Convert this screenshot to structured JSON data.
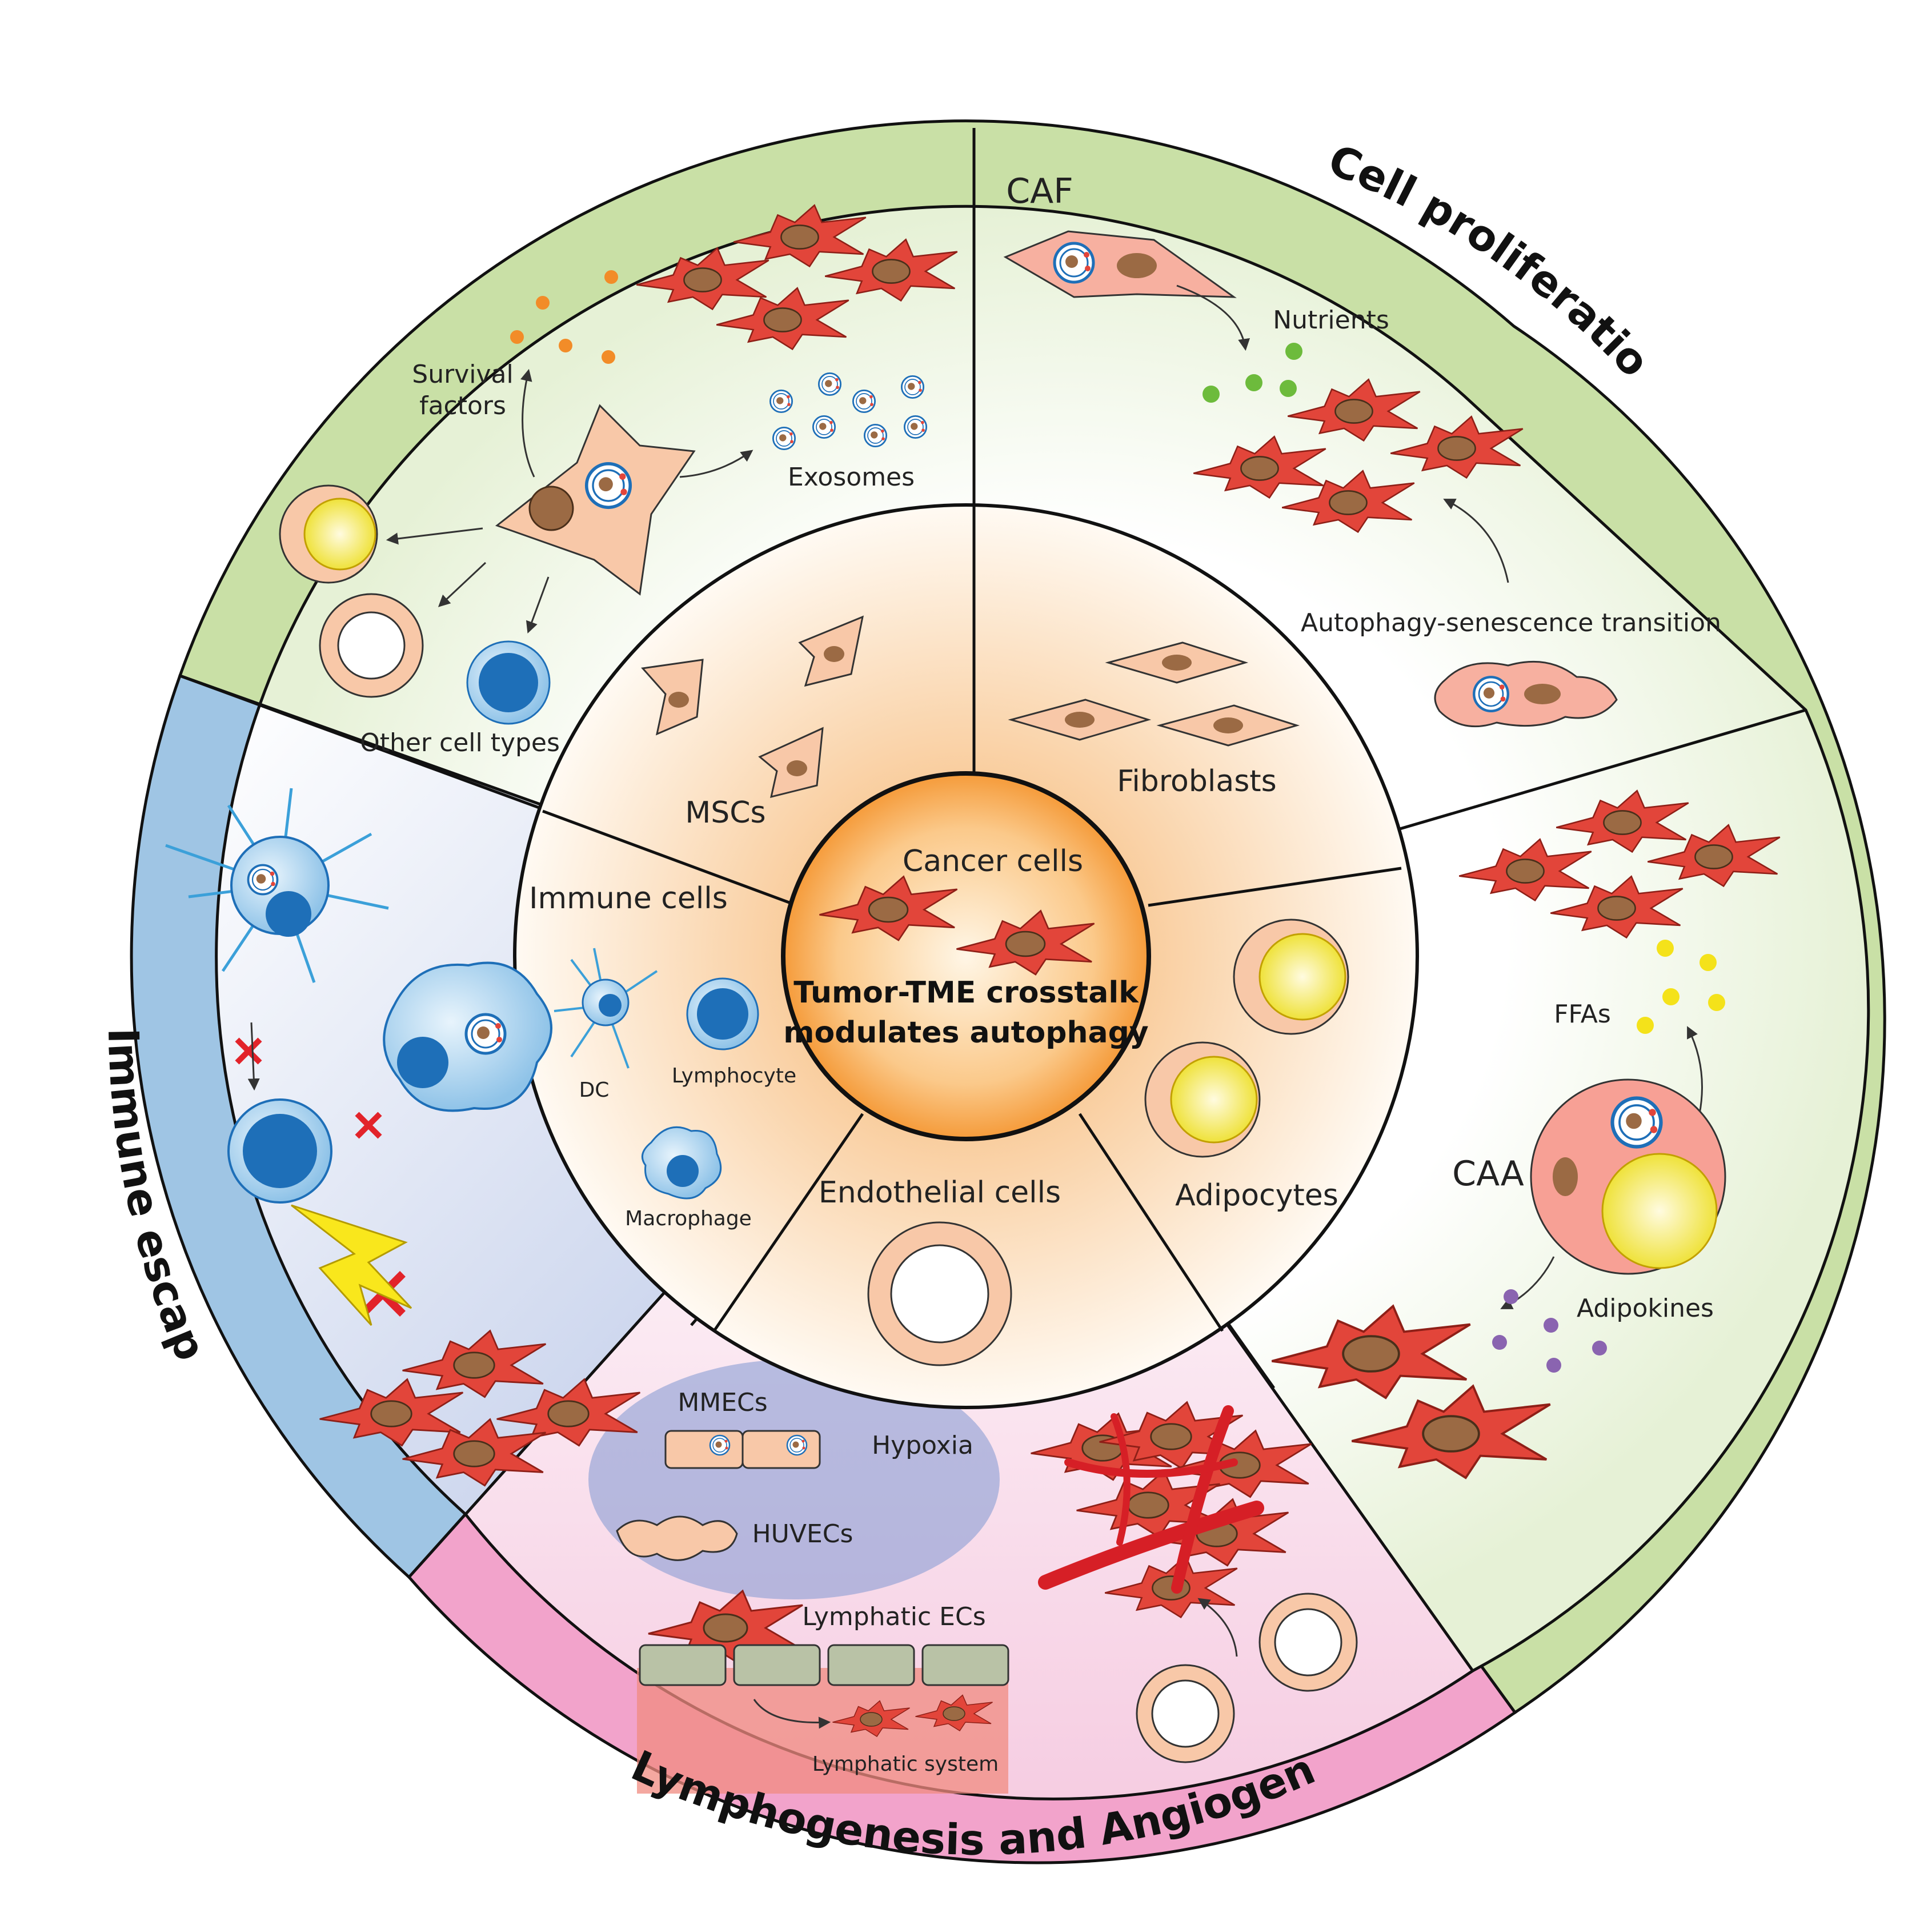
{
  "center": {
    "label": "Cancer cells",
    "title_line1": "Tumor-TME crosstalk",
    "title_line2": "modulates autophagy"
  },
  "ring_titles": {
    "cell_proliferation": "Cell proliferation",
    "immune_escape": "Immune escape",
    "lymph_angio": "Lymphogenesis and Angiogenesis"
  },
  "inner_sectors": {
    "mscs": "MSCs",
    "fibroblasts": "Fibroblasts",
    "immune_cells": "Immune cells",
    "dc": "DC",
    "lymphocyte": "Lymphocyte",
    "macrophage": "Macrophage",
    "endothelial": "Endothelial cells",
    "adipocytes": "Adipocytes"
  },
  "outer_labels": {
    "survival_line1": "Survival",
    "survival_line2": "factors",
    "exosomes": "Exosomes",
    "other_cell_types": "Other cell types",
    "caf": "CAF",
    "nutrients": "Nutrients",
    "ast": "Autophagy-senescence transition",
    "ffas": "FFAs",
    "caa": "CAA",
    "adipokines": "Adipokines",
    "mmecs": "MMECs",
    "hypoxia": "Hypoxia",
    "huvecs": "HUVECs",
    "lymphatic_ecs": "Lymphatic ECs",
    "lymphatic_system": "Lymphatic system"
  },
  "colors": {
    "green_band": "#cfe3b0",
    "blue_band": "#a9cbe6",
    "pink_band": "#f3a6cd",
    "cancer_cell": "#e2453a",
    "cell_nucleus": "#9b6a44",
    "orange_core": "#f7a84a",
    "immune_blue": "#1e6fb8"
  }
}
